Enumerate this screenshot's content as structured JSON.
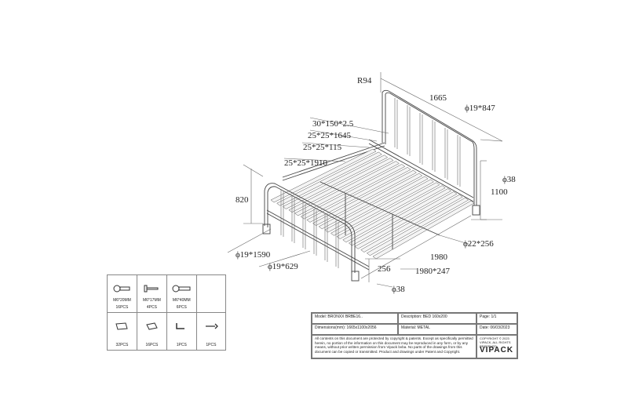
{
  "dimensions": {
    "r94": "R94",
    "top_width": "1665",
    "head_tube": "ϕ19*847",
    "rail_30": "30*150*2.5",
    "rail_25_1645": "25*25*1645",
    "rail_25_115": "25*25*115",
    "rail_25_1910": "25*25*1910",
    "leg_38_right": "ϕ38",
    "height_1100": "1100",
    "height_820": "820",
    "center_leg": "ϕ22*256",
    "length_1980": "1980",
    "foot_tube_1590": "ϕ19*1590",
    "foot_tube_629": "ϕ19*629",
    "leg_256": "256",
    "rail_1980_247": "1980*247",
    "leg_38_bottom": "ϕ38"
  },
  "hardware": [
    {
      "name": "M6*20MM",
      "qty": "16PCS"
    },
    {
      "name": "M6*17MM",
      "qty": "4PCS"
    },
    {
      "name": "M6*40MM",
      "qty": "6PCS"
    },
    {
      "name": "",
      "qty": ""
    },
    {
      "name": "",
      "qty": "32PCS"
    },
    {
      "name": "",
      "qty": "16PCS"
    },
    {
      "name": "",
      "qty": "1PCS"
    },
    {
      "name": "",
      "qty": "1PCS"
    }
  ],
  "title_block": {
    "model": "Model: BRONXX BRBE16..",
    "description": "Description: BED 160x200",
    "page": "Page: 1/1",
    "dimensions": "Dimensions(mm): 1665x1100x2056",
    "material": "Material: METAL",
    "date": "Date: 06/03/2023",
    "notice": "All contents on this document are protected by copyright & patents. Except as specifically permitted herein, no portion of the information on this document may be reproduced in any form, or by any means, without prior written permission from Vipack bvba. No parts of the drawings from this document can be copied or transmitted. Product and drawings under Patent and Copyright.",
    "copyright": "COPYRIGHT © 2023 VIPACK, ALL RIGHTS RESERVED",
    "logo": "VIPACK"
  }
}
